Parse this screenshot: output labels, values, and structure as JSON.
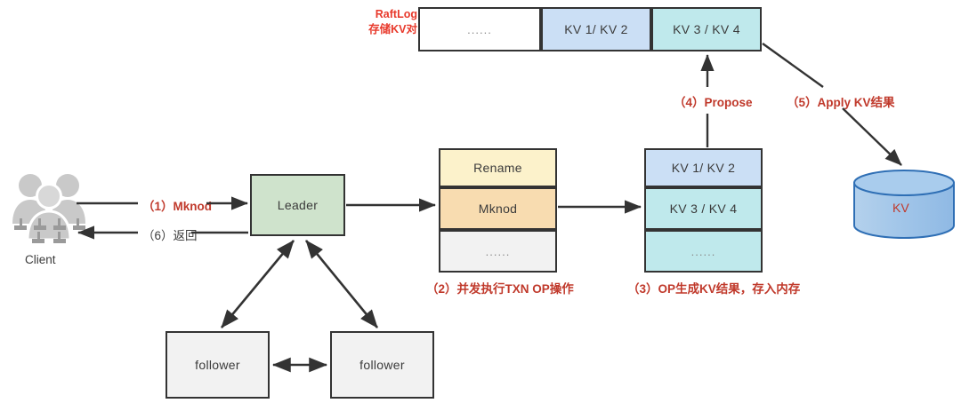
{
  "diagram": {
    "title": "Raft KV write path",
    "colors": {
      "leader_fill": "#cfe3cc",
      "rename_fill": "#fcf2cb",
      "mknod_fill": "#f8dcb0",
      "neutral_fill": "#f2f2f2",
      "kv_blue_fill": "#cbdff5",
      "kv_cyan_fill": "#bfe9ec",
      "white_fill": "#ffffff",
      "stroke": "#333333",
      "red_text": "#c0392b",
      "red_bright": "#e8392b",
      "dark_text": "#3b3b3b",
      "cylinder_top": "#a8cbe8",
      "cylinder_body": "#9fc4e8",
      "cylinder_stroke": "#2f6fb5",
      "client_gray": "#c9c9c9",
      "client_gray_dark": "#a5a5a5"
    },
    "raftlog": {
      "label_line1": "RaftLog",
      "label_line2": "存储KV对",
      "cells": [
        {
          "text": "......",
          "fill": "white_fill",
          "is_dots": true
        },
        {
          "text": "KV 1/ KV 2",
          "fill": "kv_blue_fill",
          "is_dots": false
        },
        {
          "text": "KV 3 / KV 4",
          "fill": "kv_cyan_fill",
          "is_dots": false
        }
      ]
    },
    "client": {
      "icon": "users-group-icon",
      "caption": "Client"
    },
    "leader": {
      "label": "Leader"
    },
    "followers": [
      {
        "label": "follower"
      },
      {
        "label": "follower"
      }
    ],
    "txn_ops": {
      "cells": [
        {
          "text": "Rename",
          "fill": "rename_fill",
          "is_dots": false
        },
        {
          "text": "Mknod",
          "fill": "mknod_fill",
          "is_dots": false
        },
        {
          "text": "......",
          "fill": "neutral_fill",
          "is_dots": true
        }
      ],
      "caption": "（2）并发执行TXN OP操作"
    },
    "kv_memory": {
      "cells": [
        {
          "text": "KV 1/ KV 2",
          "fill": "kv_blue_fill",
          "is_dots": false
        },
        {
          "text": "KV 3 / KV 4",
          "fill": "kv_cyan_fill",
          "is_dots": false
        },
        {
          "text": "......",
          "fill": "kv_blue_fill",
          "is_dots": true
        }
      ],
      "caption": "（3）OP生成KV结果，存入内存"
    },
    "kv_store": {
      "label": "KV"
    },
    "edges": {
      "client_to_leader": "（1）Mknod",
      "leader_to_client": "（6）返回",
      "propose": "（4）Propose",
      "apply": "（5）Apply KV结果"
    }
  }
}
